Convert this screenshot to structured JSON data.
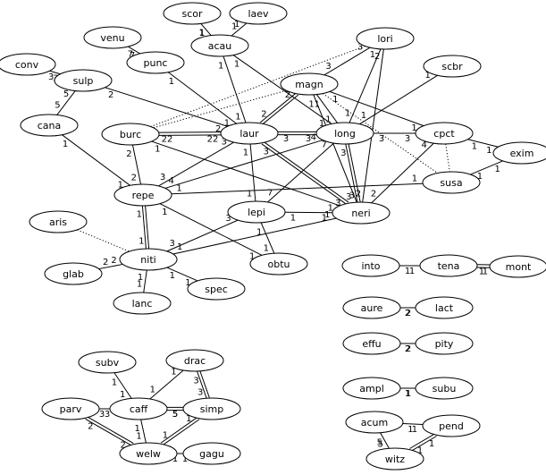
{
  "nodes": [
    {
      "id": "scor",
      "label": "scor"
    },
    {
      "id": "laev",
      "label": "laev"
    },
    {
      "id": "venu",
      "label": "venu"
    },
    {
      "id": "acau",
      "label": "acau"
    },
    {
      "id": "lori",
      "label": "lori"
    },
    {
      "id": "conv",
      "label": "conv"
    },
    {
      "id": "punc",
      "label": "punc"
    },
    {
      "id": "scbr",
      "label": "scbr"
    },
    {
      "id": "sulp",
      "label": "sulp"
    },
    {
      "id": "magn",
      "label": "magn"
    },
    {
      "id": "cana",
      "label": "cana"
    },
    {
      "id": "burc",
      "label": "burc"
    },
    {
      "id": "laur",
      "label": "laur"
    },
    {
      "id": "long",
      "label": "long"
    },
    {
      "id": "cpct",
      "label": "cpct"
    },
    {
      "id": "exim",
      "label": "exim"
    },
    {
      "id": "susa",
      "label": "susa"
    },
    {
      "id": "repe",
      "label": "repe"
    },
    {
      "id": "lepi",
      "label": "lepi"
    },
    {
      "id": "neri",
      "label": "neri"
    },
    {
      "id": "aris",
      "label": "aris"
    },
    {
      "id": "niti",
      "label": "niti"
    },
    {
      "id": "obtu",
      "label": "obtu"
    },
    {
      "id": "glab",
      "label": "glab"
    },
    {
      "id": "spec",
      "label": "spec"
    },
    {
      "id": "lanc",
      "label": "lanc"
    },
    {
      "id": "into",
      "label": "into"
    },
    {
      "id": "tena",
      "label": "tena"
    },
    {
      "id": "mont",
      "label": "mont"
    },
    {
      "id": "aure",
      "label": "aure"
    },
    {
      "id": "lact",
      "label": "lact"
    },
    {
      "id": "effu",
      "label": "effu"
    },
    {
      "id": "pity",
      "label": "pity"
    },
    {
      "id": "ampl",
      "label": "ampl"
    },
    {
      "id": "subu",
      "label": "subu"
    },
    {
      "id": "acum",
      "label": "acum"
    },
    {
      "id": "pend",
      "label": "pend"
    },
    {
      "id": "witz",
      "label": "witz"
    },
    {
      "id": "subv",
      "label": "subv"
    },
    {
      "id": "drac",
      "label": "drac"
    },
    {
      "id": "parv",
      "label": "parv"
    },
    {
      "id": "caff",
      "label": "caff"
    },
    {
      "id": "simp",
      "label": "simp"
    },
    {
      "id": "welw",
      "label": "welw"
    },
    {
      "id": "gagu",
      "label": "gagu"
    }
  ],
  "edges": [
    {
      "from": "scor",
      "to": "acau",
      "style": "single",
      "a": "1",
      "b": "1"
    },
    {
      "from": "laev",
      "to": "acau",
      "style": "single",
      "a": "1",
      "b": "1"
    },
    {
      "from": "venu",
      "to": "punc",
      "style": "single",
      "a": "7",
      "b": "7"
    },
    {
      "from": "conv",
      "to": "sulp",
      "style": "single",
      "a": "3",
      "b": "3"
    },
    {
      "from": "sulp",
      "to": "cana",
      "style": "single",
      "a": "5",
      "b": "5"
    },
    {
      "from": "sulp",
      "to": "laur",
      "style": "single",
      "a": "2",
      "b": "2"
    },
    {
      "from": "punc",
      "to": "laur",
      "style": "single",
      "a": "1",
      "b": "1"
    },
    {
      "from": "acau",
      "to": "laur",
      "style": "single",
      "a": "1",
      "b": "1"
    },
    {
      "from": "acau",
      "to": "long",
      "style": "single",
      "a": "1",
      "b": "1"
    },
    {
      "from": "lori",
      "to": "magn",
      "style": "single",
      "a": "3",
      "b": "3"
    },
    {
      "from": "lori",
      "to": "long",
      "style": "single",
      "a": "1",
      "b": "1"
    },
    {
      "from": "lori",
      "to": "neri",
      "style": "single",
      "a": "2",
      "b": "2"
    },
    {
      "from": "lori",
      "to": "burc",
      "style": "dotted",
      "a": "",
      "b": ""
    },
    {
      "from": "scbr",
      "to": "long",
      "style": "single",
      "a": "1",
      "b": "1"
    },
    {
      "from": "magn",
      "to": "laur",
      "style": "double",
      "a": "2",
      "b": "2"
    },
    {
      "from": "magn",
      "to": "long",
      "style": "single",
      "a": "1",
      "b": "1"
    },
    {
      "from": "magn",
      "to": "cpct",
      "style": "single",
      "a": "1",
      "b": "1"
    },
    {
      "from": "magn",
      "to": "neri",
      "style": "single",
      "a": "1",
      "b": "3"
    },
    {
      "from": "magn",
      "to": "burc",
      "style": "dotted",
      "a": "",
      "b": ""
    },
    {
      "from": "magn",
      "to": "susa",
      "style": "dotted",
      "a": "",
      "b": ""
    },
    {
      "from": "cana",
      "to": "repe",
      "style": "single",
      "a": "1",
      "b": "1"
    },
    {
      "from": "burc",
      "to": "laur",
      "style": "double",
      "a": "22",
      "b": "22"
    },
    {
      "from": "burc",
      "to": "repe",
      "style": "single",
      "a": "2",
      "b": "2"
    },
    {
      "from": "burc",
      "to": "neri",
      "style": "single",
      "a": "1",
      "b": "1"
    },
    {
      "from": "laur",
      "to": "long",
      "style": "double",
      "a": "3",
      "b": "3"
    },
    {
      "from": "laur",
      "to": "repe",
      "style": "single",
      "a": "3",
      "b": "3"
    },
    {
      "from": "laur",
      "to": "lepi",
      "style": "single",
      "a": "1",
      "b": "1"
    },
    {
      "from": "laur",
      "to": "neri",
      "style": "double",
      "a": "3",
      "b": "3"
    },
    {
      "from": "long",
      "to": "cpct",
      "style": "single",
      "a": "3",
      "b": "3"
    },
    {
      "from": "long",
      "to": "neri",
      "style": "double",
      "a": "3",
      "b": "3"
    },
    {
      "from": "long",
      "to": "repe",
      "style": "single",
      "a": "4",
      "b": "4"
    },
    {
      "from": "long",
      "to": "lepi",
      "style": "single",
      "a": "7",
      "b": "7"
    },
    {
      "from": "cpct",
      "to": "exim",
      "style": "single",
      "a": "1",
      "b": "1"
    },
    {
      "from": "cpct",
      "to": "neri",
      "style": "single",
      "a": "4",
      "b": "2"
    },
    {
      "from": "cpct",
      "to": "susa",
      "style": "dotted",
      "a": "",
      "b": ""
    },
    {
      "from": "susa",
      "to": "exim",
      "style": "single",
      "a": "1",
      "b": "1"
    },
    {
      "from": "susa",
      "to": "repe",
      "style": "single",
      "a": "1",
      "b": "1"
    },
    {
      "from": "repe",
      "to": "niti",
      "style": "double",
      "a": "1",
      "b": "1"
    },
    {
      "from": "repe",
      "to": "obtu",
      "style": "single",
      "a": "1",
      "b": "1"
    },
    {
      "from": "lepi",
      "to": "neri",
      "style": "single",
      "a": "1",
      "b": "1"
    },
    {
      "from": "lepi",
      "to": "niti",
      "style": "single",
      "a": "3",
      "b": "3"
    },
    {
      "from": "lepi",
      "to": "obtu",
      "style": "single",
      "a": "1",
      "b": "1"
    },
    {
      "from": "neri",
      "to": "niti",
      "style": "single",
      "a": "1",
      "b": "1"
    },
    {
      "from": "aris",
      "to": "niti",
      "style": "dotted",
      "a": "",
      "b": ""
    },
    {
      "from": "niti",
      "to": "glab",
      "style": "single",
      "a": "2",
      "b": "2"
    },
    {
      "from": "niti",
      "to": "lanc",
      "style": "single",
      "a": "1",
      "b": "1"
    },
    {
      "from": "niti",
      "to": "spec",
      "style": "single",
      "a": "1",
      "b": "1"
    },
    {
      "from": "into",
      "to": "tena",
      "style": "single",
      "a": "1",
      "b": "1"
    },
    {
      "from": "tena",
      "to": "mont",
      "style": "double",
      "a": "1",
      "b": "1"
    },
    {
      "from": "aure",
      "to": "lact",
      "style": "single",
      "a": "2",
      "b": "2"
    },
    {
      "from": "effu",
      "to": "pity",
      "style": "single",
      "a": "2",
      "b": "2"
    },
    {
      "from": "ampl",
      "to": "subu",
      "style": "single",
      "a": "1",
      "b": "1"
    },
    {
      "from": "acum",
      "to": "pend",
      "style": "single",
      "a": "1",
      "b": "1"
    },
    {
      "from": "acum",
      "to": "witz",
      "style": "single",
      "a": "5",
      "b": "5"
    },
    {
      "from": "witz",
      "to": "pend",
      "style": "double",
      "a": "1",
      "b": "1"
    },
    {
      "from": "subv",
      "to": "caff",
      "style": "single",
      "a": "1",
      "b": "1"
    },
    {
      "from": "drac",
      "to": "caff",
      "style": "single",
      "a": "1",
      "b": "1"
    },
    {
      "from": "drac",
      "to": "simp",
      "style": "double",
      "a": "3",
      "b": "3"
    },
    {
      "from": "parv",
      "to": "caff",
      "style": "single",
      "a": "3",
      "b": "3"
    },
    {
      "from": "parv",
      "to": "welw",
      "style": "double",
      "a": "2",
      "b": "2"
    },
    {
      "from": "caff",
      "to": "simp",
      "style": "double",
      "a": "5",
      "b": "5"
    },
    {
      "from": "caff",
      "to": "welw",
      "style": "single",
      "a": "1",
      "b": "1"
    },
    {
      "from": "simp",
      "to": "welw",
      "style": "double",
      "a": "1",
      "b": "1"
    },
    {
      "from": "welw",
      "to": "gagu",
      "style": "single",
      "a": "1",
      "b": "1"
    }
  ]
}
